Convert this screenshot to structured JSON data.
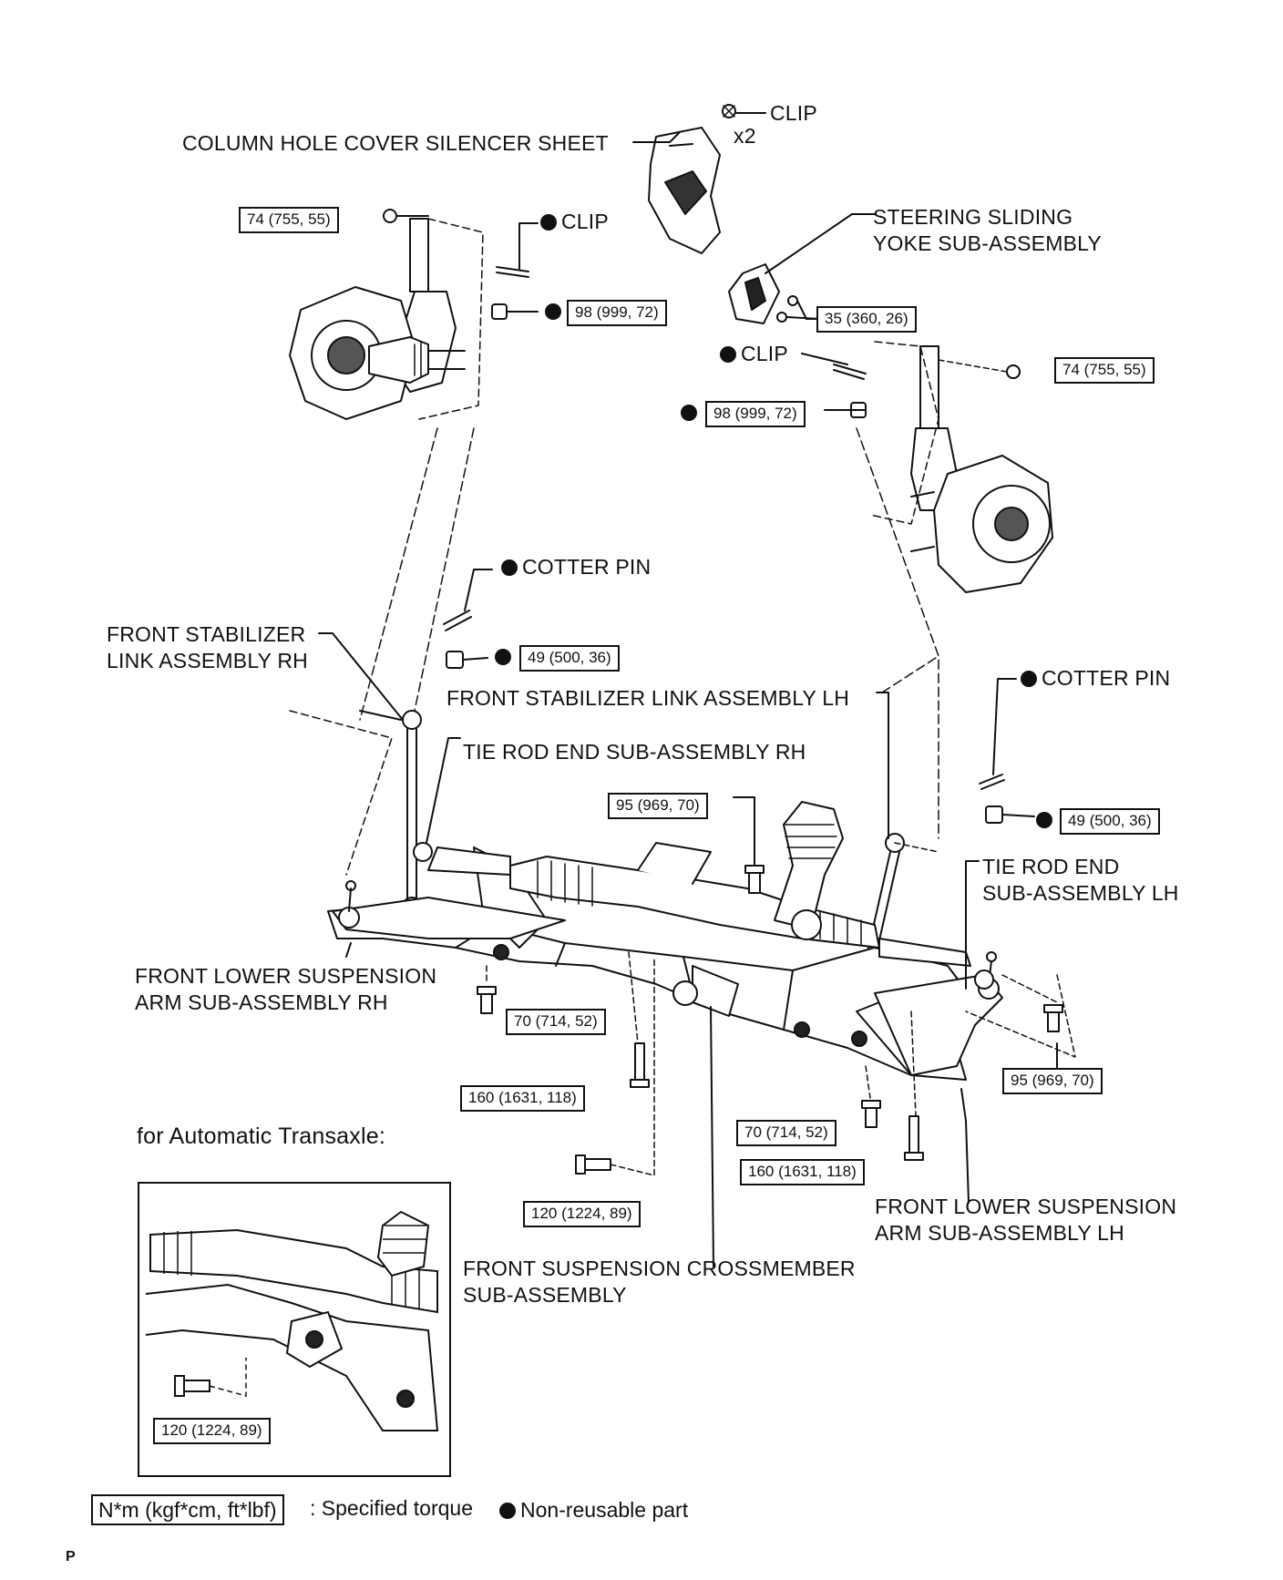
{
  "labels": {
    "clip_top": "CLIP",
    "x2": "x2",
    "column_hole_cover": "COLUMN HOLE COVER SILENCER SHEET",
    "clip_left": "CLIP",
    "steering_yoke": "STEERING SLIDING\nYOKE SUB-ASSEMBLY",
    "clip_mid": "CLIP",
    "cotter_pin_left": "COTTER PIN",
    "front_stab_rh": "FRONT STABILIZER\nLINK ASSEMBLY RH",
    "front_stab_lh": "FRONT STABILIZER LINK ASSEMBLY LH",
    "cotter_pin_right": "COTTER PIN",
    "tie_rod_rh": "TIE ROD END SUB-ASSEMBLY RH",
    "tie_rod_lh": "TIE ROD END\nSUB-ASSEMBLY LH",
    "lower_arm_rh": "FRONT LOWER SUSPENSION\nARM SUB-ASSEMBLY RH",
    "lower_arm_lh": "FRONT LOWER SUSPENSION\nARM SUB-ASSEMBLY LH",
    "crossmember": "FRONT SUSPENSION CROSSMEMBER\nSUB-ASSEMBLY",
    "auto_transaxle": "for Automatic Transaxle:"
  },
  "torques": {
    "t_74_left": "74 (755, 55)",
    "t_98_left": "98 (999, 72)",
    "t_35": "35 (360, 26)",
    "t_74_right": "74 (755, 55)",
    "t_98_right": "98 (999, 72)",
    "t_49_left": "49 (500, 36)",
    "t_49_right": "49 (500, 36)",
    "t_95_center": "95 (969, 70)",
    "t_95_right": "95 (969, 70)",
    "t_70_left": "70 (714, 52)",
    "t_70_right": "70 (714, 52)",
    "t_160_left": "160 (1631, 118)",
    "t_160_right": "160 (1631, 118)",
    "t_120": "120 (1224, 89)",
    "t_120_inset": "120 (1224, 89)"
  },
  "legend": {
    "unit_box": "N*m (kgf*cm, ft*lbf)",
    "specified": ": Specified torque",
    "non_reusable": "Non-reusable part"
  },
  "footer": {
    "page_mark": "P"
  }
}
